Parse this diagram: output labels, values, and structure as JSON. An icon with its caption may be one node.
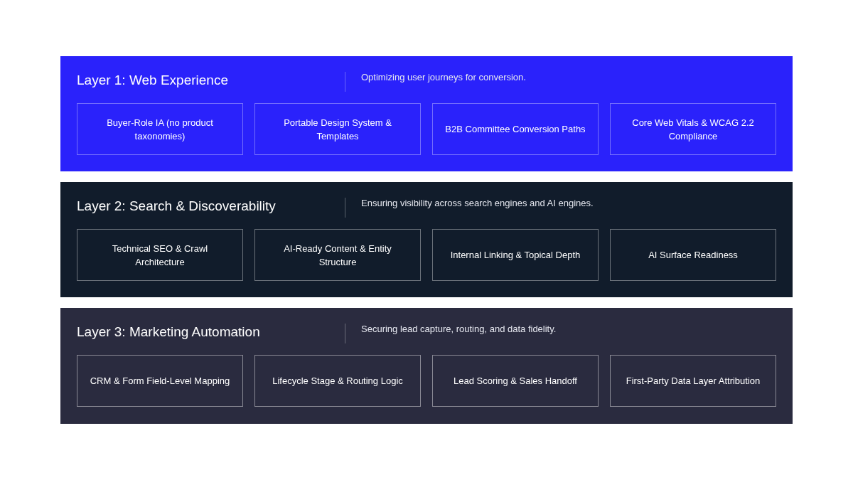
{
  "diagram": {
    "nodes": [
      {
        "text": [
          "Layer 1: Web Experience",
          "Optimizing user journeys for conversion."
        ]
      },
      {
        "text": [
          "Buyer-Role IA (no product taxonomies)"
        ],
        "in": 0
      },
      {
        "text": [
          "Portable Design System & Templates"
        ],
        "in": 0
      },
      {
        "text": [
          "B2B Committee Conversion Paths"
        ],
        "in": 0
      },
      {
        "text": [
          "Core Web Vitals & WCAG 2.2 Compliance"
        ],
        "in": 0
      },
      {
        "text": [
          "Layer 2: Search & Discoverability",
          "Ensuring visibility across search engines and AI engines."
        ]
      },
      {
        "text": [
          "Technical SEO & Crawl Architecture"
        ],
        "in": 5
      },
      {
        "text": [
          "AI-Ready Content & Entity Structure"
        ],
        "in": 5
      },
      {
        "text": [
          "Internal Linking & Topical Depth"
        ],
        "in": 5
      },
      {
        "text": [
          "AI Surface Readiness"
        ],
        "in": 5
      },
      {
        "text": [
          "Layer 3: Marketing Automation",
          "Securing lead capture, routing, and data fidelity."
        ]
      },
      {
        "text": [
          "CRM & Form Field-Level Mapping"
        ],
        "in": 10
      },
      {
        "text": [
          "Lifecycle Stage & Routing Logic"
        ],
        "in": 10
      },
      {
        "text": [
          "Lead Scoring & Sales Handoff"
        ],
        "in": 10
      },
      {
        "text": [
          "First-Party Data Layer Attribution"
        ],
        "in": 10
      }
    ]
  }
}
